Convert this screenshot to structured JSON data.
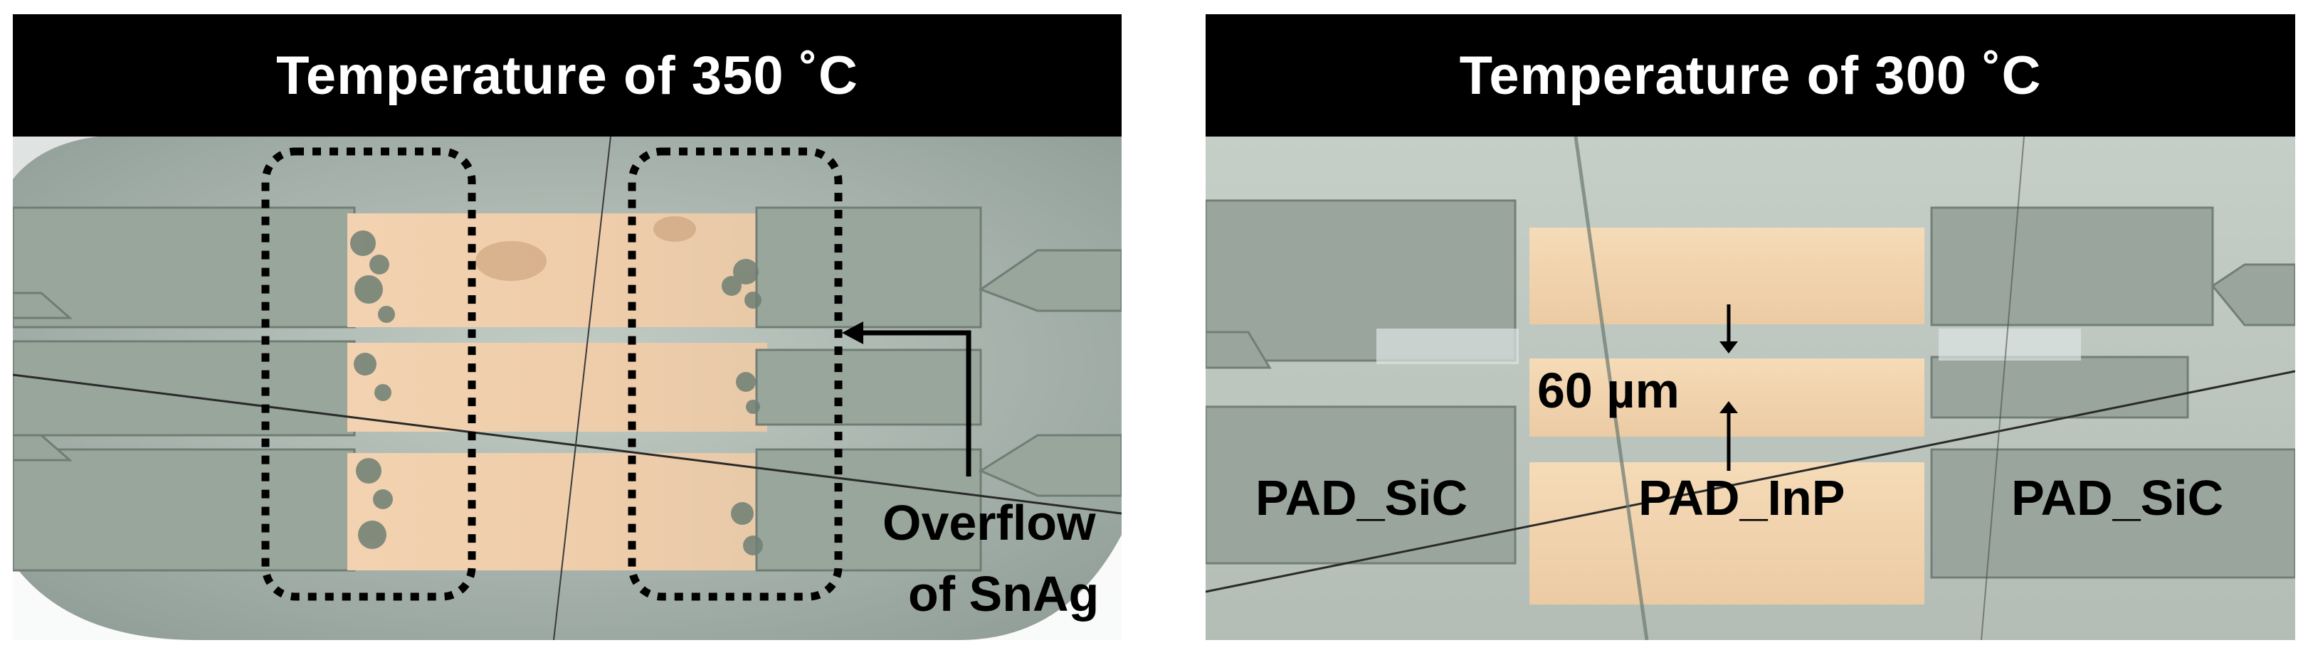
{
  "left_panel": {
    "title": "Temperature of 350 ˚C",
    "annotation_line1": "Overflow",
    "annotation_line2": "of SnAg"
  },
  "right_panel": {
    "title": "Temperature of 300 ˚C",
    "gap_label": "60 µm",
    "pad_left_label": "PAD_SiC",
    "pad_center_label": "PAD_InP",
    "pad_right_label": "PAD_SiC"
  },
  "colors": {
    "title_bar": "#000000",
    "title_text": "#ffffff",
    "pad_gray": "#95a39a",
    "pad_gold": "#f0cfa8",
    "annotation": "#000000"
  }
}
